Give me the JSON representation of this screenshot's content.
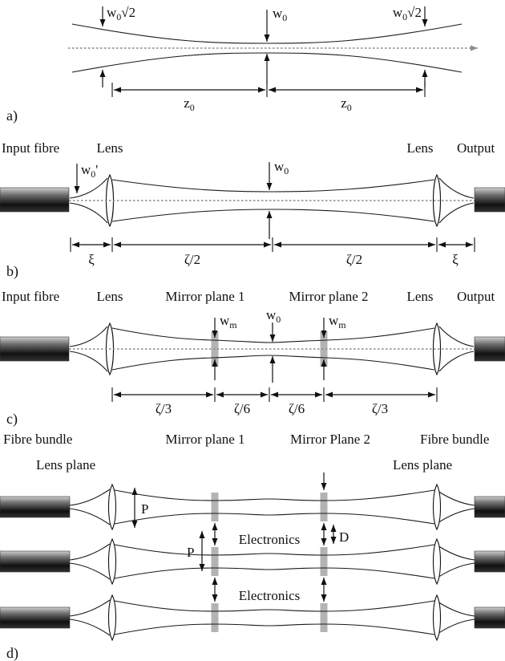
{
  "figure": {
    "colors": {
      "mirror_gray": "#b3b3b3",
      "axis_gray": "#8a8a8a",
      "line_black": "#1a1a1a"
    },
    "panel_a": {
      "tag": "a)",
      "width_left": {
        "base": "w",
        "sub": "0",
        "suffix": "√2"
      },
      "width_center": {
        "base": "w",
        "sub": "0"
      },
      "width_right": {
        "base": "w",
        "sub": "0",
        "suffix": "√2"
      },
      "dist_left": {
        "base": "z",
        "sub": "0"
      },
      "dist_right": {
        "base": "z",
        "sub": "0"
      }
    },
    "panel_b": {
      "tag": "b)",
      "labels": {
        "input": "Input fibre",
        "lens_left": "Lens",
        "lens_right": "Lens",
        "output": "Output"
      },
      "waist_fiber": {
        "base": "w",
        "sub": "0",
        "suffix": "'"
      },
      "waist_center": {
        "base": "w",
        "sub": "0"
      },
      "dist": {
        "xi_left": "ξ",
        "half_left": "ζ/2",
        "half_right": "ζ/2",
        "xi_right": "ξ"
      }
    },
    "panel_c": {
      "tag": "c)",
      "labels": {
        "input": "Input fibre",
        "lens_left": "Lens",
        "mirror1": "Mirror plane 1",
        "mirror2": "Mirror plane 2",
        "lens_right": "Lens",
        "output": "Output"
      },
      "waist_m_left": {
        "base": "w",
        "sub": "m"
      },
      "waist_center": {
        "base": "w",
        "sub": "0"
      },
      "waist_m_right": {
        "base": "w",
        "sub": "m"
      },
      "dist": {
        "third_left": "ζ/3",
        "sixth_left": "ζ/6",
        "sixth_right": "ζ/6",
        "third_right": "ζ/3"
      }
    },
    "panel_d": {
      "tag": "d)",
      "labels": {
        "bundle_left": "Fibre bundle",
        "mirror1": "Mirror plane 1",
        "mirror2": "Mirror Plane 2",
        "bundle_right": "Fibre bundle",
        "lens_plane_left": "Lens plane",
        "lens_plane_right": "Lens plane"
      },
      "pitch1": "P",
      "pitch2": "P",
      "electronics1": "Electronics",
      "electronics2": "Electronics",
      "detector": "D"
    }
  }
}
